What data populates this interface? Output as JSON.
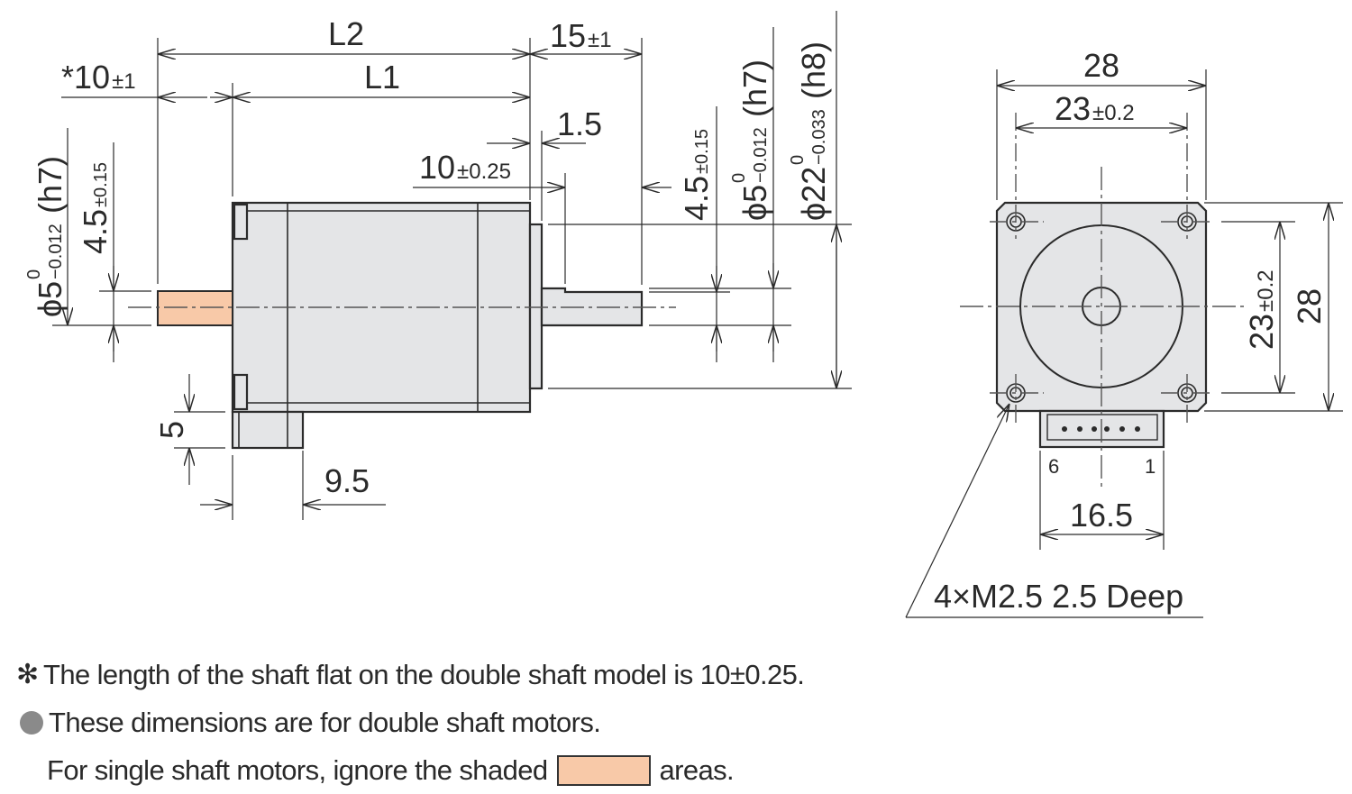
{
  "side_view": {
    "dims": {
      "L2": "L2",
      "L1": "L1",
      "front_shaft_len": {
        "value": "15",
        "tol": "±1"
      },
      "rear_shaft_len": {
        "prefix": "*",
        "value": "10",
        "tol": "±1"
      },
      "pilot_len": "1.5",
      "flat_len": {
        "value": "10",
        "tol": "±0.25"
      },
      "flat_height_front": {
        "value": "4.5",
        "tol": "±0.15"
      },
      "flat_height_rear": {
        "value": "4.5",
        "tol": "±0.15"
      },
      "shaft_dia_front": {
        "value": "ϕ5",
        "tol_upper": "0",
        "tol_lower": "−0.012",
        "fit": "(h7)"
      },
      "shaft_dia_rear": {
        "value": "ϕ5",
        "tol_upper": "0",
        "tol_lower": "−0.012",
        "fit": "(h7)"
      },
      "pilot_dia": {
        "value": "ϕ22",
        "tol_upper": "0",
        "tol_lower": "−0.033",
        "fit": "(h8)"
      },
      "connector_height": "5",
      "connector_width": "9.5"
    }
  },
  "front_view": {
    "dims": {
      "width": "28",
      "height": "28",
      "hole_pitch_h": {
        "value": "23",
        "tol": "±0.2"
      },
      "hole_pitch_v": {
        "value": "23",
        "tol": "±0.2"
      },
      "connector_width": "16.5",
      "pin_left": "6",
      "pin_right": "1",
      "mount_holes": "4×M2.5 2.5 Deep"
    }
  },
  "notes": [
    {
      "marker": "asterisk",
      "text": "The length of the shaft flat on the double shaft model is 10±0.25."
    },
    {
      "marker": "bullet",
      "text": "These dimensions are for double shaft motors."
    },
    {
      "marker": "none",
      "text_before": "For single shaft motors, ignore the shaded",
      "text_after": "areas."
    }
  ],
  "colors": {
    "body_fill": "#e4e5e7",
    "shaded_area": "#f8c9a8",
    "line": "#2b2b2b",
    "bullet": "#8a8a8a"
  }
}
